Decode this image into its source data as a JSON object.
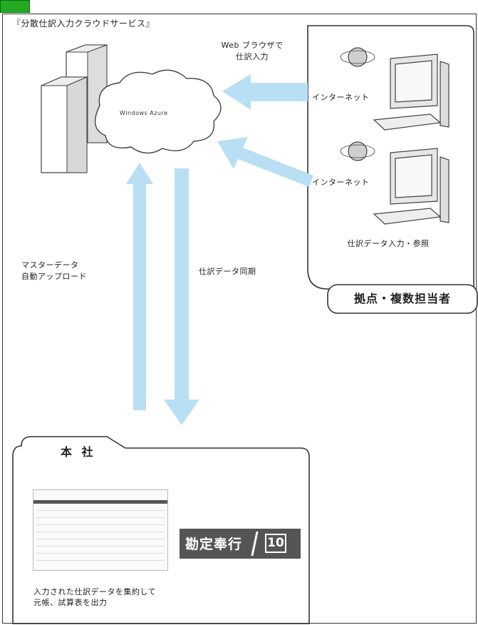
{
  "title": "『分散仕訳入力クラウドサービス』",
  "cloud_label": "Windows Azure",
  "browser_input": [
    "Web ブラウザで",
    "仕訳入力"
  ],
  "internet_label_1": "インターネット",
  "internet_label_2": "インターネット",
  "journal_ref": "仕訳データ入力・参照",
  "branch_label": "拠点・複数担当者",
  "master_upload": [
    "マスターデータ",
    "自動アップロード"
  ],
  "journal_sync": "仕訳データ同期",
  "hq_label": "本 社",
  "hq_description": [
    "入力された仕訳データを集約して",
    "元帳、試算表を出力"
  ],
  "product": {
    "name": "勘定奉行",
    "version": "10"
  },
  "colors": {
    "arrow": "#b9dff4",
    "tag": "#22aa22",
    "frame": "#333333",
    "logo_bg": "#555555"
  },
  "icons": [
    "server-icon",
    "cloud-icon",
    "globe-icon",
    "computer-icon",
    "software-screenshot"
  ]
}
